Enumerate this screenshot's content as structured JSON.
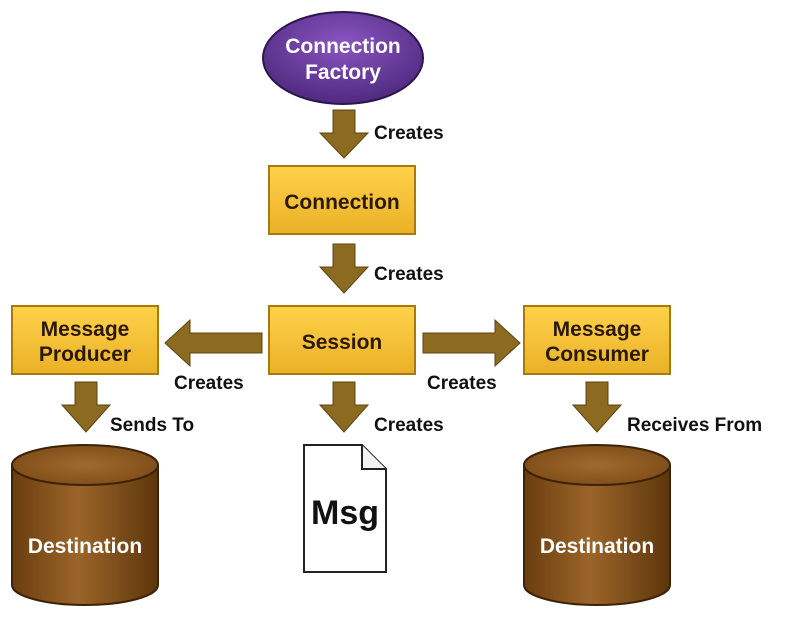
{
  "diagram": {
    "nodes": {
      "connection_factory": {
        "line1": "Connection",
        "line2": "Factory"
      },
      "connection": {
        "label": "Connection"
      },
      "session": {
        "label": "Session"
      },
      "message_producer": {
        "line1": "Message",
        "line2": "Producer"
      },
      "message_consumer": {
        "line1": "Message",
        "line2": "Consumer"
      },
      "msg": {
        "label": "Msg"
      },
      "destination_left": {
        "label": "Destination"
      },
      "destination_right": {
        "label": "Destination"
      }
    },
    "edges": {
      "factory_to_connection": "Creates",
      "connection_to_session": "Creates",
      "session_to_producer": "Creates",
      "session_to_consumer": "Creates",
      "session_to_msg": "Creates",
      "producer_to_destination": "Sends To",
      "consumer_to_destination": "Receives From"
    },
    "colors": {
      "box_fill": "#f5bf32",
      "box_edge": "#b8860b",
      "arrow": "#8c6a1f",
      "oval_fill": "#6a3a9e",
      "cylinder_body": "#7a4a14",
      "cylinder_top": "#9a6428"
    }
  }
}
